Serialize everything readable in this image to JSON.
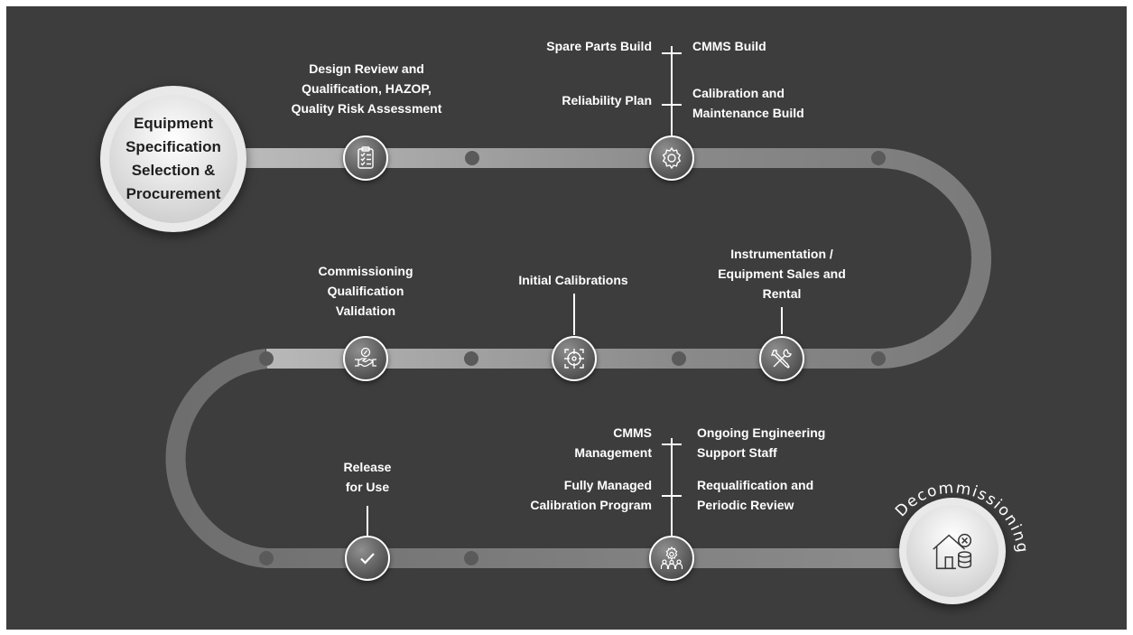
{
  "start": {
    "lines": [
      "Equipment",
      "Specification",
      "Selection &",
      "Procurement"
    ]
  },
  "steps": {
    "design_review": {
      "lines": [
        "Design Review and",
        "Qualification, HAZOP,",
        "Quality Risk Assessment"
      ]
    },
    "build": {
      "left_top": "Spare Parts Build",
      "left_bottom": "Reliability Plan",
      "right_top": "CMMS Build",
      "right_bottom_lines": [
        "Calibration and",
        "Maintenance Build"
      ]
    },
    "instrumentation": {
      "lines": [
        "Instrumentation /",
        "Equipment Sales and",
        "Rental"
      ]
    },
    "initial_calibrations": {
      "label": "Initial Calibrations"
    },
    "cqv": {
      "lines": [
        "Commissioning",
        "Qualification",
        "Validation"
      ]
    },
    "release": {
      "lines": [
        "Release",
        "for Use"
      ]
    },
    "managed": {
      "left_top_lines": [
        "CMMS",
        "Management"
      ],
      "left_bottom_lines": [
        "Fully Managed",
        "Calibration Program"
      ],
      "right_top_lines": [
        "Ongoing Engineering",
        "Support Staff"
      ],
      "right_bottom_lines": [
        "Requalification and",
        "Periodic Review"
      ]
    }
  },
  "end": {
    "label": "Decommissioning"
  },
  "colors": {
    "background": "#3d3d3e",
    "track": "#8a8a8a",
    "node_ring": "#ffffff",
    "text": "#ffffff"
  },
  "icons": [
    "clipboard-checklist-icon",
    "gear-icon",
    "tools-icon",
    "target-crosshair-icon",
    "handshake-icon",
    "checkmark-icon",
    "team-gear-icon",
    "house-database-remove-icon"
  ]
}
